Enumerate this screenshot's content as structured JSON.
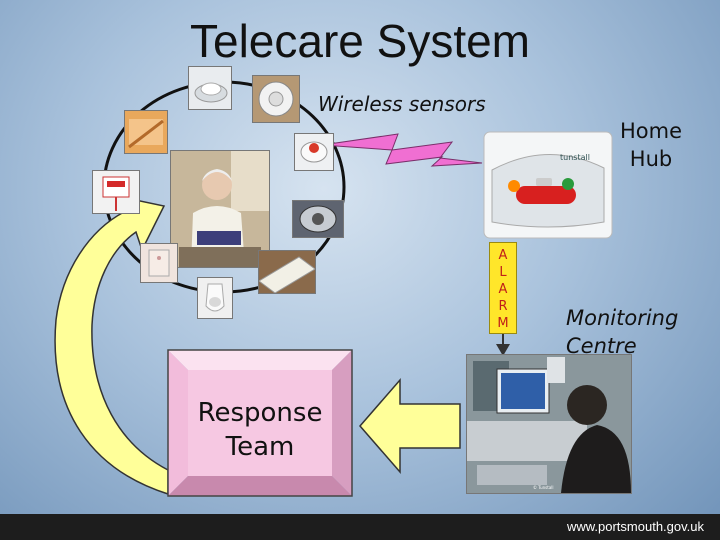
{
  "title": "Telecare System",
  "labels": {
    "wireless_sensors": "Wireless sensors",
    "home_hub_line1": "Home",
    "home_hub_line2": "Hub",
    "monitoring_line1": "Monitoring",
    "monitoring_line2": "Centre",
    "response_line1": "Response",
    "response_line2": "Team"
  },
  "alarm_letters": [
    "A",
    "L",
    "A",
    "R",
    "M"
  ],
  "footer": "www.portsmouth.gov.uk",
  "colors": {
    "arrow_yellow": "#ffff99",
    "alarm_box": "#ffe62a",
    "alarm_text": "#c0201a",
    "lightning": "#f06fd2",
    "response_box": "#f6c8e2",
    "footer_bg": "#1d1d1d"
  },
  "icons": [
    "smoke-detector-icon",
    "pir-sensor-icon",
    "pendant-alarm-icon",
    "bed-sensor-icon",
    "flood-detector-icon",
    "lightning-icon"
  ]
}
